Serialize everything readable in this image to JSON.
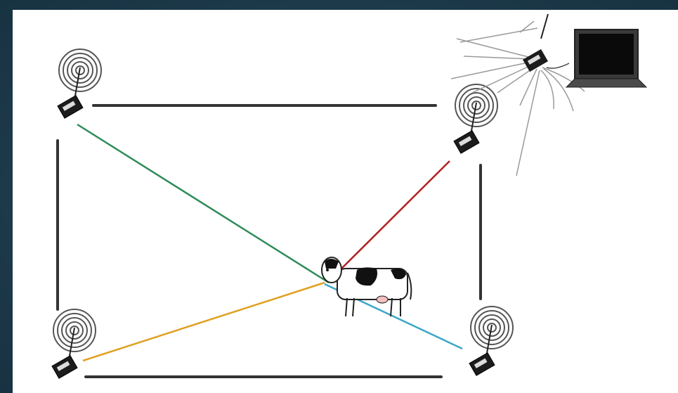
{
  "diagram": {
    "nodes": [
      {
        "id": "node-top-left",
        "icon": "wireless-sensor-icon"
      },
      {
        "id": "node-top-right",
        "icon": "wireless-sensor-icon"
      },
      {
        "id": "node-bottom-left",
        "icon": "wireless-sensor-icon"
      },
      {
        "id": "node-bottom-right",
        "icon": "wireless-sensor-icon"
      },
      {
        "id": "gateway",
        "icon": "gateway-sensor-icon"
      }
    ],
    "devices": [
      {
        "id": "laptop",
        "icon": "laptop-icon"
      },
      {
        "id": "tracked-animal",
        "icon": "cow-icon"
      }
    ],
    "link_colors": {
      "mesh": "#333333",
      "top_left_to_cow": "#2e8b57",
      "top_right_to_cow": "#b22222",
      "bottom_left_to_cow": "#e0a020",
      "bottom_right_to_cow": "#3aa7c7"
    }
  }
}
